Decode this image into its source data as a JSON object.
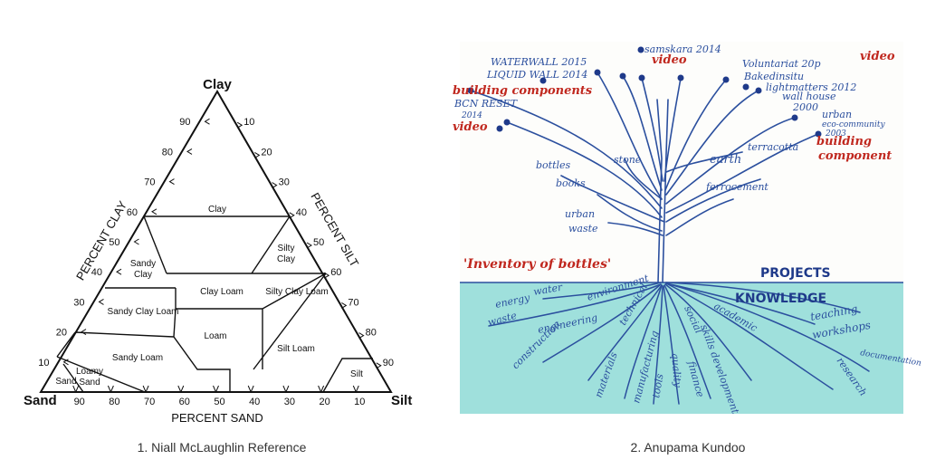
{
  "triangle": {
    "apex_labels": {
      "top": "Clay",
      "left": "Sand",
      "right": "Silt"
    },
    "axis_titles": {
      "left": "PERCENT CLAY",
      "right": "PERCENT SILT",
      "bottom": "PERCENT SAND"
    },
    "clay_ticks": [
      "90",
      "80",
      "70",
      "60",
      "50",
      "40",
      "30",
      "20",
      "10"
    ],
    "silt_ticks": [
      "10",
      "20",
      "30",
      "40",
      "50",
      "60",
      "70",
      "80",
      "90"
    ],
    "sand_ticks": [
      "90",
      "80",
      "70",
      "60",
      "50",
      "40",
      "30",
      "20",
      "10"
    ],
    "regions": {
      "clay": "Clay",
      "sandy_clay": [
        "Sandy",
        "Clay"
      ],
      "silty_clay": [
        "Silty",
        "Clay"
      ],
      "clay_loam": "Clay Loam",
      "silty_clay_loam": "Silty Clay Loam",
      "sandy_clay_loam": "Sandy Clay Loam",
      "loam": "Loam",
      "sandy_loam": "Sandy Loam",
      "silt_loam": "Silt Loam",
      "loamy_sand": [
        "Loamy",
        "Sand"
      ],
      "sand": "Sand",
      "silt": "Silt"
    }
  },
  "tree": {
    "top_left": [
      "WATERWALL 2015",
      "LIQUID WALL 2014",
      "building components",
      "BCN RESET",
      "2014",
      "video"
    ],
    "top_right": [
      "samskara 2014",
      "video",
      "Voluntariat 20p",
      "video",
      "Bakedinsitu",
      "lightmatters 2012",
      "wall house",
      "2000",
      "urban",
      "eco-community",
      "2003",
      "building",
      "component"
    ],
    "mid_labels": [
      "bottles",
      "books",
      "stone",
      "earth",
      "terracotta",
      "ferrocement",
      "urban",
      "waste"
    ],
    "inventory": "'Inventory of bottles'",
    "projects": "PROJECTS",
    "knowledge": "KNOWLEDGE",
    "roots": [
      "water",
      "environment",
      "energy",
      "waste",
      "engineering",
      "construction",
      "technical",
      "academic",
      "social",
      "teaching",
      "workshops",
      "documentation",
      "research",
      "materials",
      "skills development",
      "manufacturing",
      "tools",
      "finance",
      "quality"
    ]
  },
  "captions": {
    "left": "1. Niall McLaughlin Reference",
    "right": "2. Anupama Kundoo"
  },
  "colors": {
    "ink": "#2b4f9e",
    "red": "#c0281f",
    "wash": "#9fe0dc",
    "black": "#111111"
  }
}
